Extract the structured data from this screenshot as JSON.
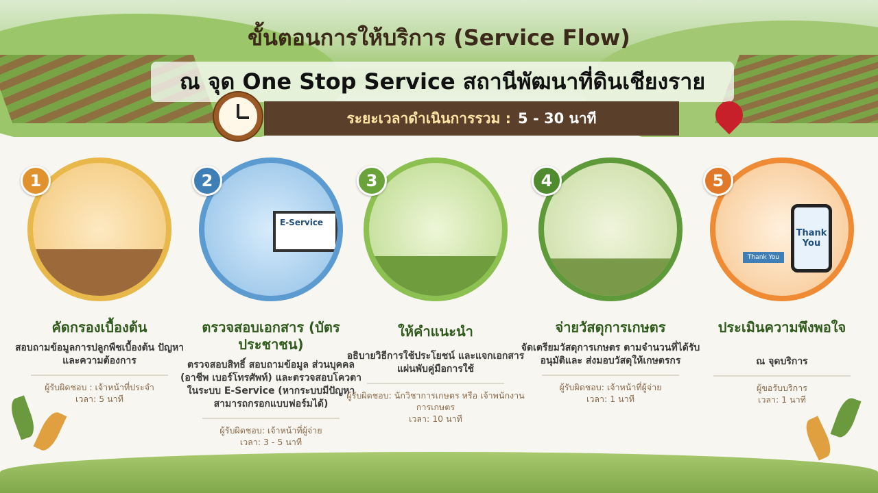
{
  "header": {
    "title_line1": "ขั้นตอนการให้บริการ (Service Flow)",
    "title_line2": "ณ จุด One Stop Service สถานีพัฒนาที่ดินเชียงราย",
    "total_time_label": "ระยะเวลาดำเนินการรวม :",
    "total_time_value": "5 - 30 นาที"
  },
  "steps": [
    {
      "number": "1",
      "color": "#e0922f",
      "title": "คัดกรองเบื้องต้น",
      "description": "สอบถามข้อมูลการปลูกพืชเบื้องต้น ปัญหาและความต้องการ",
      "responsible": "ผู้รับผิดชอบ : เจ้าหน้าที่ประจำ",
      "time": "เวลา: 5 นาที"
    },
    {
      "number": "2",
      "color": "#3f7fb5",
      "title": "ตรวจสอบเอกสาร (บัตรประชาชน)",
      "description": "ตรวจสอบสิทธิ์ สอบถามข้อมูล ส่วนบุคคล (อาชีพ เบอร์โทรศัพท์) และตรวจสอบโควตาในระบบ E-Service (หากระบบมีปัญหา สามารถกรอกแบบฟอร์มได้)",
      "responsible": "ผู้รับผิดชอบ: เจ้าหน้าที่ผู้จ่าย",
      "time": "เวลา: 3 - 5 นาที"
    },
    {
      "number": "3",
      "color": "#6aa33a",
      "title": "ให้คำแนะนำ",
      "description": "อธิบายวิธีการใช้ประโยชน์ และแจกเอกสารแผ่นพับคู่มือการใช้",
      "responsible": "ผู้รับผิดชอบ: นักวิชาการเกษตร หรือ เจ้าพนักงานการเกษตร",
      "time": "เวลา: 10 นาที"
    },
    {
      "number": "4",
      "color": "#4f8a2e",
      "title": "จ่ายวัสดุการเกษตร",
      "description": "จัดเตรียมวัสดุการเกษตร ตามจำนวนที่ได้รับอนุมัติและ ส่งมอบวัสดุให้เกษตรกร",
      "responsible": "ผู้รับผิดชอบ: เจ้าหน้าที่ผู้จ่าย",
      "time": "เวลา: 1 นาที"
    },
    {
      "number": "5",
      "color": "#e07a2a",
      "title": "ประเมินความพึงพอใจ",
      "description": "ณ จุดบริการ",
      "responsible": "ผู้ขอรับบริการ",
      "time": "เวลา: 1 นาที"
    }
  ],
  "illustrations": {
    "step2_screen": "E-Service",
    "step5_phone": "Thank You",
    "step5_button": "Thank You"
  }
}
